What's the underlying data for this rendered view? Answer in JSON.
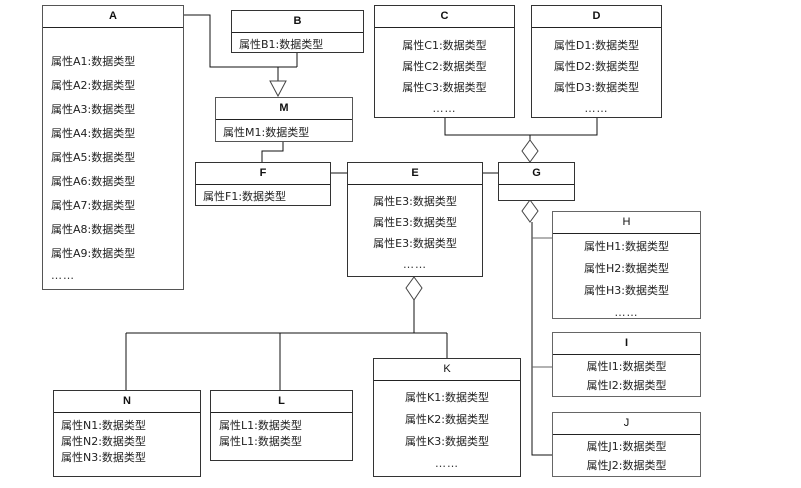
{
  "diagram": {
    "type": "UML class diagram",
    "classes": {
      "A": {
        "name": "A",
        "attributes": [
          "属性A1:数据类型",
          "属性A2:数据类型",
          "属性A3:数据类型",
          "属性A4:数据类型",
          "属性A5:数据类型",
          "属性A6:数据类型",
          "属性A7:数据类型",
          "属性A8:数据类型",
          "属性A9:数据类型"
        ],
        "ellipsis": "……"
      },
      "B": {
        "name": "B",
        "attributes": [
          "属性B1:数据类型"
        ]
      },
      "C": {
        "name": "C",
        "attributes": [
          "属性C1:数据类型",
          "属性C2:数据类型",
          "属性C3:数据类型"
        ],
        "ellipsis": "……"
      },
      "D": {
        "name": "D",
        "attributes": [
          "属性D1:数据类型",
          "属性D2:数据类型",
          "属性D3:数据类型"
        ],
        "ellipsis": "……"
      },
      "M": {
        "name": "M",
        "attributes": [
          "属性M1:数据类型"
        ]
      },
      "F": {
        "name": "F",
        "attributes": [
          "属性F1:数据类型"
        ]
      },
      "E": {
        "name": "E",
        "attributes": [
          "属性E3:数据类型",
          "属性E3:数据类型",
          "属性E3:数据类型"
        ],
        "ellipsis": "……"
      },
      "G": {
        "name": "G",
        "attributes": []
      },
      "H": {
        "name": "H",
        "attributes": [
          "属性H1:数据类型",
          "属性H2:数据类型",
          "属性H3:数据类型"
        ],
        "ellipsis": "……"
      },
      "I": {
        "name": "I",
        "attributes": [
          "属性I1:数据类型",
          "属性I2:数据类型"
        ]
      },
      "J": {
        "name": "J",
        "attributes": [
          "属性J1:数据类型",
          "属性J2:数据类型"
        ]
      },
      "K": {
        "name": "K",
        "attributes": [
          "属性K1:数据类型",
          "属性K2:数据类型",
          "属性K3:数据类型"
        ],
        "ellipsis": "……"
      },
      "L": {
        "name": "L",
        "attributes": [
          "属性L1:数据类型",
          "属性L1:数据类型"
        ]
      },
      "N": {
        "name": "N",
        "attributes": [
          "属性N1:数据类型",
          "属性N2:数据类型",
          "属性N3:数据类型"
        ]
      }
    },
    "relationships": [
      {
        "type": "generalization",
        "from": "A",
        "to": "M"
      },
      {
        "type": "generalization",
        "from": "B",
        "to": "M"
      },
      {
        "type": "association",
        "from": "M",
        "to": "F"
      },
      {
        "type": "association",
        "from": "F",
        "to": "E"
      },
      {
        "type": "association",
        "from": "E",
        "to": "G"
      },
      {
        "type": "aggregation",
        "whole": "G",
        "parts": [
          "C",
          "D"
        ]
      },
      {
        "type": "aggregation",
        "whole": "G",
        "parts": [
          "H",
          "I",
          "J"
        ]
      },
      {
        "type": "aggregation",
        "whole": "E",
        "parts": [
          "N",
          "L",
          "K"
        ]
      }
    ]
  }
}
